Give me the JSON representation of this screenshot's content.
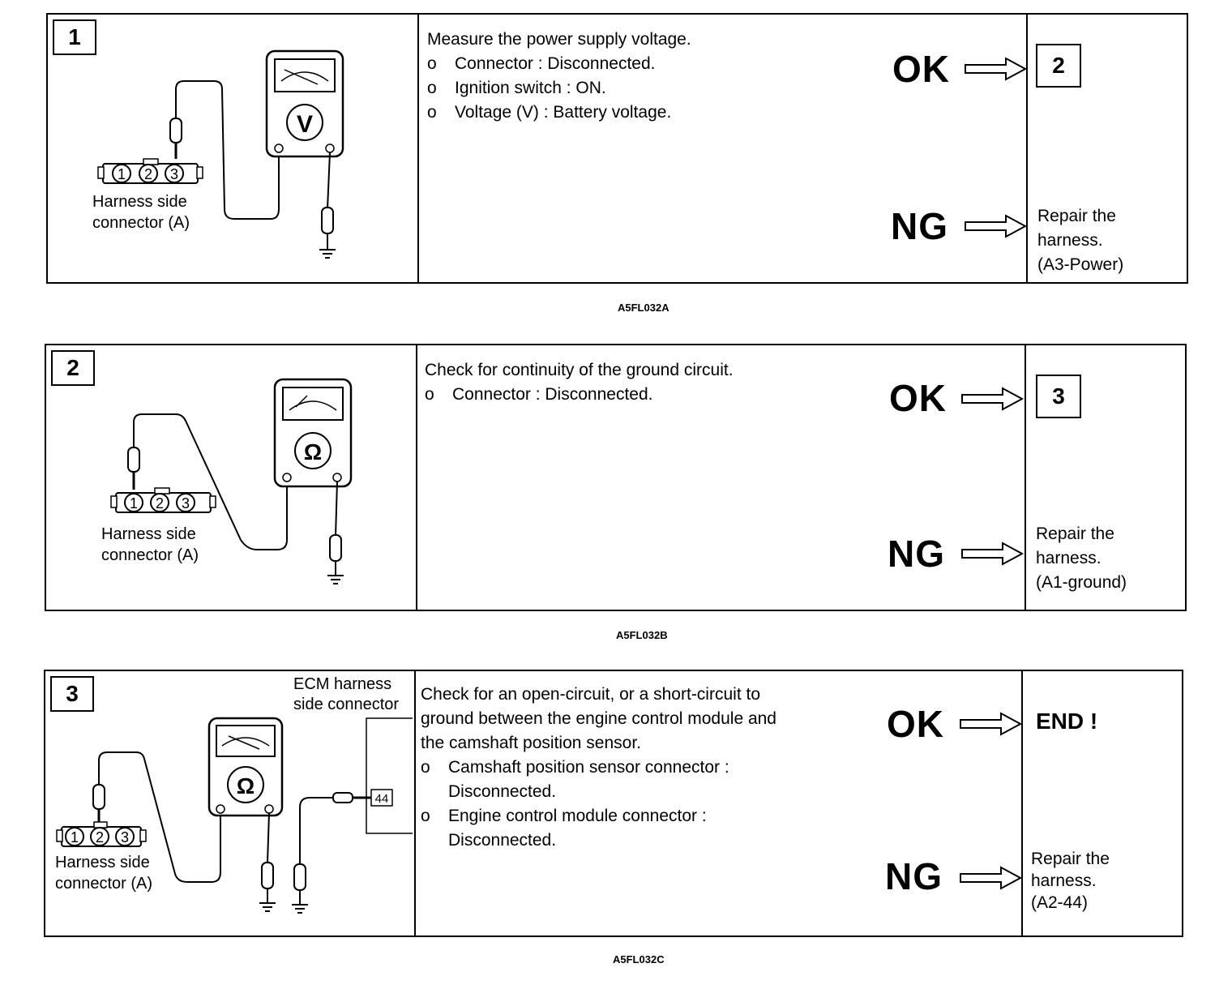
{
  "steps": [
    {
      "number": "1",
      "meter_symbol": "V",
      "connector_pins": [
        "1",
        "2",
        "3"
      ],
      "connector_label": "Harness side connector (A)",
      "instruction_title": "Measure the power supply voltage.",
      "bullets": [
        {
          "marker": "o",
          "text": "Connector : Disconnected."
        },
        {
          "marker": "o",
          "text": "Ignition switch : ON."
        },
        {
          "marker": "o",
          "text": "Voltage (V) : Battery voltage."
        }
      ],
      "ok_label": "OK",
      "ok_result": "2",
      "ng_label": "NG",
      "ng_result": "Repair the\nharness.\n(A3-Power)",
      "figure_code": "A5FL032A"
    },
    {
      "number": "2",
      "meter_symbol": "Ω",
      "connector_pins": [
        "1",
        "2",
        "3"
      ],
      "connector_label": "Harness side connector (A)",
      "instruction_title": "Check for continuity of the ground circuit.",
      "bullets": [
        {
          "marker": "o",
          "text": "Connector : Disconnected."
        }
      ],
      "ok_label": "OK",
      "ok_result": "3",
      "ng_label": "NG",
      "ng_result": "Repair the\nharness.\n(A1-ground)",
      "figure_code": "A5FL032B"
    },
    {
      "number": "3",
      "meter_symbol": "Ω",
      "connector_pins": [
        "1",
        "2",
        "3"
      ],
      "connector_label": "Harness side connector (A)",
      "ecm_label": "ECM harness side connector",
      "ecm_pin": "44",
      "instruction_title": "Check for an open-circuit, or a short-circuit to ground between the engine control module and the camshaft position sensor.",
      "bullets": [
        {
          "marker": "o",
          "text": "Camshaft position sensor connector : Disconnected."
        },
        {
          "marker": "o",
          "text": "Engine control module connector : Disconnected."
        }
      ],
      "ok_label": "OK",
      "ok_result": "END !",
      "ng_label": "NG",
      "ng_result": "Repair the\nharness.\n(A2-44)",
      "figure_code": "A5FL032C"
    }
  ]
}
